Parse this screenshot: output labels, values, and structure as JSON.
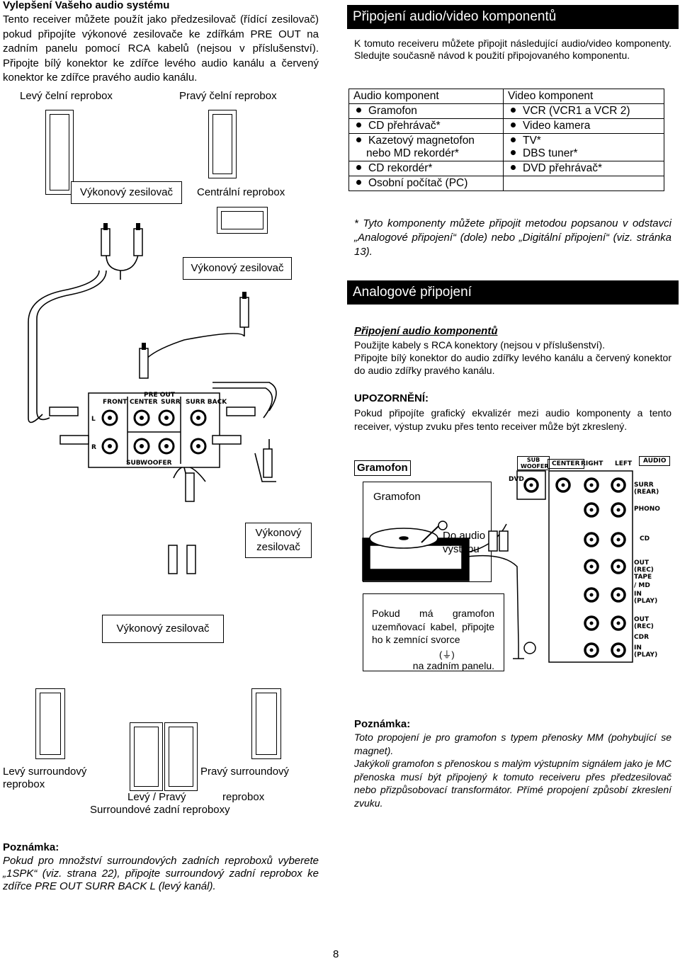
{
  "left": {
    "title": "Vylepšení Vašeho audio systému",
    "intro": "Tento receiver můžete použít jako předzesilovač (řídící zesilovač) pokud připojíte výkonové zesilovače ke zdířkám PRE OUT na zadním panelu pomocí RCA kabelů (nejsou v příslušenství). Připojte bílý konektor ke zdířce levého audio kanálu a červený konektor ke zdířce pravého audio kanálu.",
    "diagram": {
      "front_left": "Levý čelní reprobox",
      "front_right": "Pravý čelní reprobox",
      "amp1": "Výkonový zesilovač",
      "center": "Centrální reprobox",
      "amp2": "Výkonový zesilovač",
      "amp3": "Výkonový zesilovač",
      "amp4": "Výkonový zesilovač",
      "surround_left": "Levý surroundový reprobox",
      "surround_right": "Pravý surroundový",
      "back_lr": "Levý / Pravý",
      "back_reprobox": "reprobox",
      "back_caption": "Surroundové zadní reproboxy",
      "panel": {
        "pre_out": "PRE OUT",
        "front": "FRONT",
        "center": "CENTER",
        "surr": "SURR",
        "surr_back": "SURR BACK",
        "subwoofer": "SUBWOOFER",
        "l": "L",
        "r": "R"
      }
    },
    "note_title": "Poznámka:",
    "note_text": "Pokud pro množství surroundových zadních reproboxů vyberete „1SPK“ (viz. strana 22), připojte surroundový zadní reprobox ke zdířce PRE OUT SURR BACK L (levý kanál)."
  },
  "right": {
    "section1_title": "Připojení audio/video komponentů",
    "section1_text": "K tomuto receiveru můžete připojit následující audio/video komponenty. Sledujte současně návod k použití připojovaného komponentu.",
    "table": {
      "headers": [
        "Audio komponent",
        "Video komponent"
      ],
      "audio": [
        "Gramofon",
        "CD přehrávač*",
        "Kazetový magnetofon nebo MD rekordér*",
        "CD rekordér*",
        "Osobní počítač (PC)"
      ],
      "video": [
        "VCR (VCR1 a VCR 2)",
        "Video kamera",
        "TV*",
        "DBS tuner*",
        "DVD přehrávač*"
      ]
    },
    "footnote": "* Tyto komponenty můžete připojit metodou popsanou v odstavci „Analogové připojení“ (dole) nebo „Digitální připojení“ (viz. stránka 13).",
    "section2_title": "Analogové připojení",
    "audio_conn_title": "Připojení audio komponentů",
    "audio_conn_text1": "Použijte kabely s RCA konektory (nejsou v příslušenství).",
    "audio_conn_text2": "Připojte bílý konektor do audio zdířky levého kanálu a červený konektor do audio zdířky pravého kanálu.",
    "warning_title": "UPOZORNĚNÍ:",
    "warning_text": "Pokud připojíte grafický ekvalizér mezi audio komponenty a tento receiver, výstup zvuku přes tento receiver může být zkreslený.",
    "gramofon_box": "Gramofon",
    "gramofon_label": "Gramofon",
    "do_audio": "Do audio výstupu",
    "ground_text_a": "Pokud má gramofon uzemňovací kabel, připojte ho k zemnící svorce",
    "ground_text_b": "na zadním panelu.",
    "panel": {
      "sub_woofer": "SUB WOOFER",
      "center": "CENTER",
      "right": "RIGHT",
      "left": "LEFT",
      "audio": "AUDIO",
      "dvd": "DVD",
      "surr_rear": "SURR (REAR)",
      "phono": "PHONO",
      "cd": "CD",
      "out_rec": "OUT (REC)",
      "tape": "TAPE",
      "md": "/ MD",
      "in_play": "IN (PLAY)",
      "out_rec2": "OUT (REC)",
      "cdr": "CDR",
      "in_play2": "IN (PLAY)"
    },
    "note_title": "Poznámka:",
    "note_text1": "Toto propojení je pro gramofon s typem přenosky MM (pohybující se magnet).",
    "note_text2": "Jakýkoli gramofon s přenoskou s malým výstupním signálem jako je MC přenoska musí být připojený k tomuto receiveru přes předzesilovač nebo přizpůsobovací transformátor. Přímé propojení způsobí zkreslení zvuku."
  },
  "page_number": "8"
}
